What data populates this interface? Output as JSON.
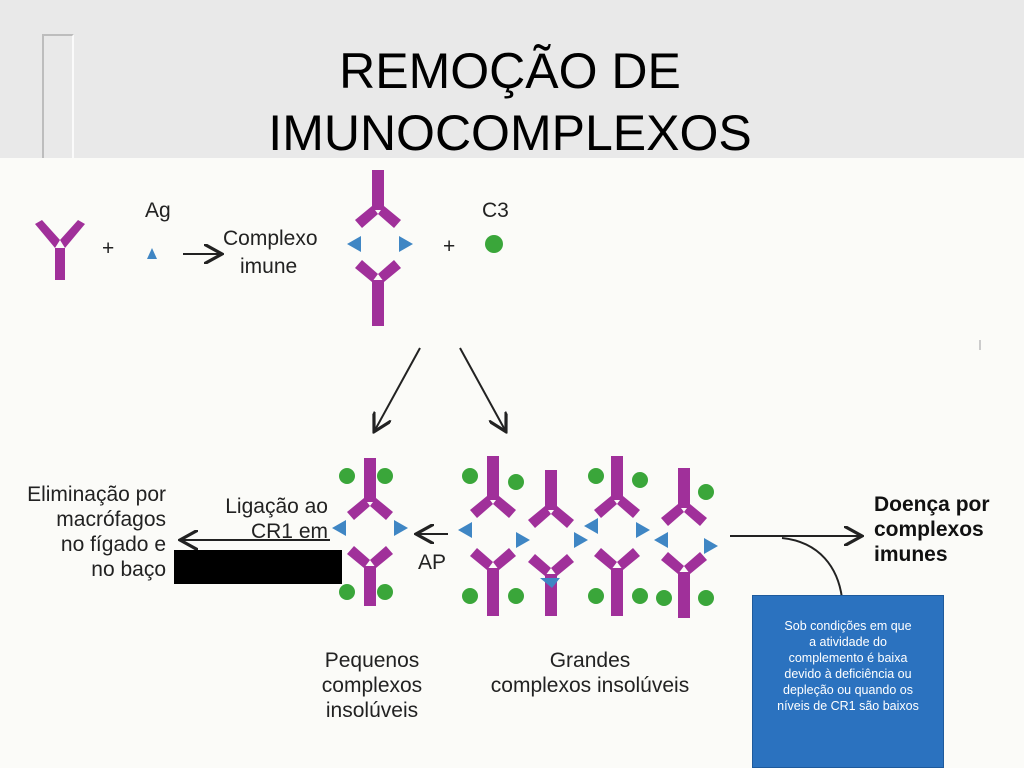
{
  "title_line1": "REMOÇÃO DE",
  "title_line2": "IMUNOCOMPLEXOS",
  "labels": {
    "ag": "Ag",
    "c3": "C3",
    "plus": "+",
    "complexo_imune_1": "Complexo",
    "complexo_imune_2": "imune",
    "elim_1": "Eliminação por",
    "elim_2": "macrófagos",
    "elim_3": "no fígado e",
    "elim_4": "no baço",
    "ligacao_1": "Ligação ao",
    "ligacao_2": "CR1 em",
    "ap": "AP",
    "pequenos_1": "Pequenos",
    "pequenos_2": "complexos",
    "pequenos_3": "insolúveis",
    "grandes_1": "Grandes",
    "grandes_2": "complexos insolúveis",
    "doenca_1": "Doença por",
    "doenca_2": "complexos",
    "doenca_3": "imunes"
  },
  "info_box": {
    "line1": "Sob condições em que",
    "line2": "a atividade do",
    "line3": "complemento é baixa",
    "line4": "devido à deficiência ou",
    "line5": "depleção ou quando os",
    "line6": "níveis de CR1 são baixos"
  },
  "colors": {
    "antibody": "#a0309a",
    "antigen": "#3f86c4",
    "c3": "#3aa63a",
    "box": "#2b72bf"
  }
}
